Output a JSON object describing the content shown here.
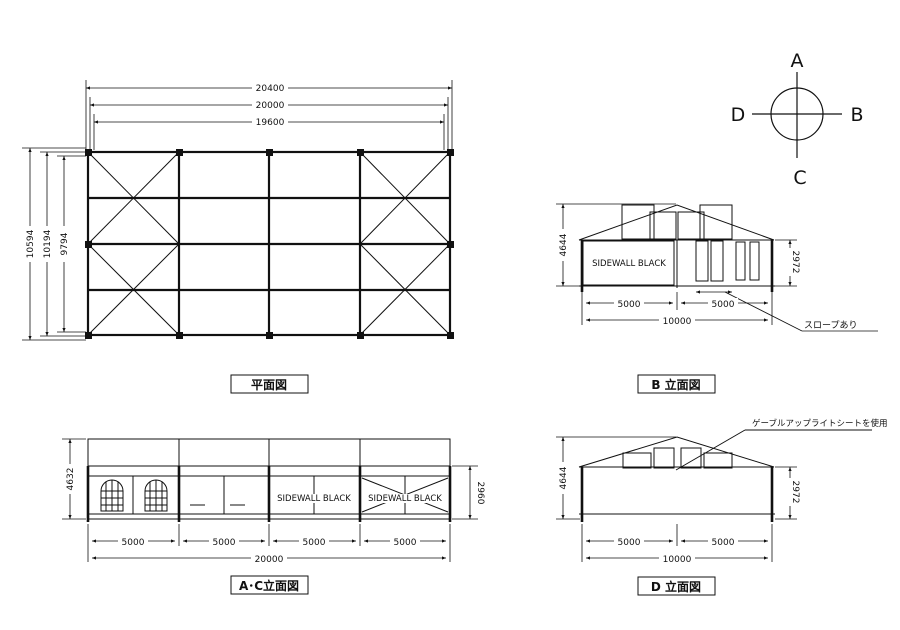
{
  "colors": {
    "line": "#111111",
    "background": "#ffffff"
  },
  "compass": {
    "north": "A",
    "east": "B",
    "south": "C",
    "west": "D"
  },
  "plan": {
    "caption": "平面図",
    "dims_top": [
      "20400",
      "20000",
      "19600"
    ],
    "dims_left": [
      "10594",
      "10194",
      "9794"
    ]
  },
  "elev_b": {
    "caption": "B 立面図",
    "height_left": "4644",
    "height_right": "2972",
    "bay_left": "5000",
    "bay_right": "5000",
    "total": "10000",
    "wall_label": "SIDEWALL BLACK",
    "note": "スロープあり"
  },
  "elev_ac": {
    "caption": "A･C立面図",
    "height_left": "4632",
    "height_right": "2960",
    "bays": [
      "5000",
      "5000",
      "5000",
      "5000"
    ],
    "total": "20000",
    "wall_label_1": "SIDEWALL BLACK",
    "wall_label_2": "SIDEWALL BLACK"
  },
  "elev_d": {
    "caption": "D 立面図",
    "height_left": "4644",
    "height_right": "2972",
    "bay_left": "5000",
    "bay_right": "5000",
    "total": "10000",
    "note": "ゲーブルアップライトシートを使用"
  }
}
